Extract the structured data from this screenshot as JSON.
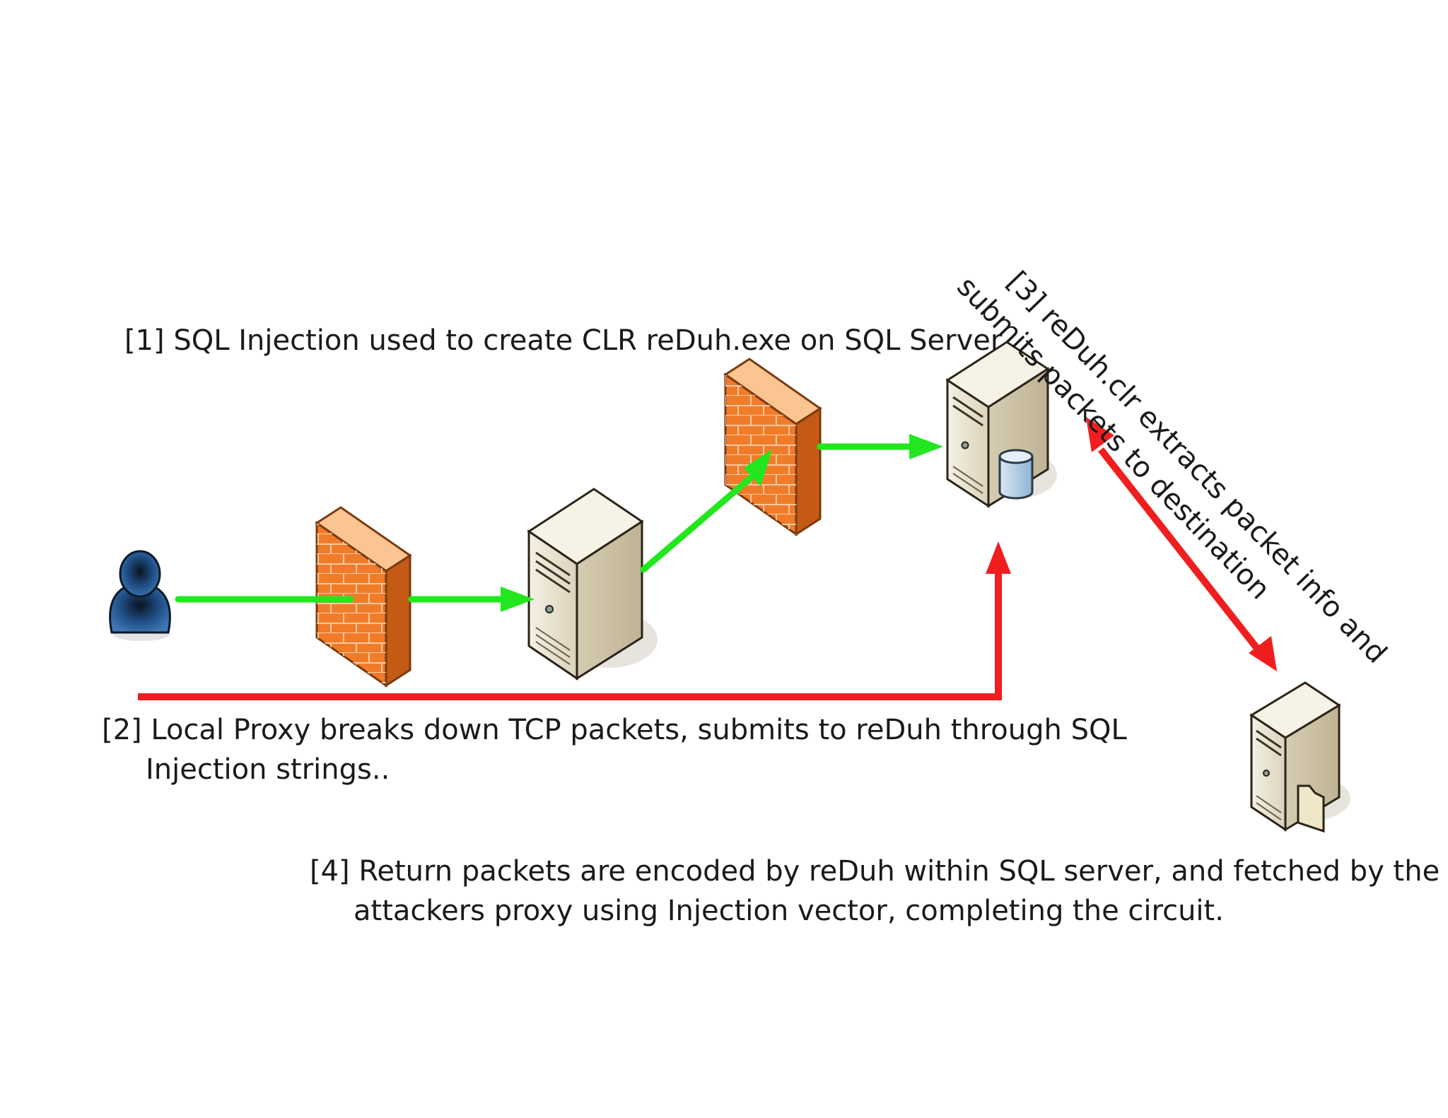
{
  "captions": {
    "step1": "[1] SQL Injection used to create CLR reDuh.exe on SQL Server",
    "step2_line1": "[2] Local Proxy breaks down TCP packets, submits to reDuh through SQL",
    "step2_line2": "Injection strings..",
    "step3_line1": "[3] reDuh.clr extracts packet info and",
    "step3_line2": "submits packets to destination",
    "step4_line1": "[4] Return packets are encoded by reDuh within SQL server, and fetched by the",
    "step4_line2": "attackers proxy using Injection vector, completing the circuit."
  },
  "nodes": [
    {
      "id": "attacker",
      "icon": "user-icon"
    },
    {
      "id": "firewall-1",
      "icon": "firewall-icon"
    },
    {
      "id": "web-server",
      "icon": "server-icon"
    },
    {
      "id": "firewall-2",
      "icon": "firewall-icon"
    },
    {
      "id": "sql-server",
      "icon": "database-server-icon"
    },
    {
      "id": "destination-server",
      "icon": "file-server-icon"
    }
  ],
  "colors": {
    "request_arrow": "#22e61e",
    "return_arrow": "#f01e1e",
    "firewall": "#f07c2a",
    "server": "#e2dac4",
    "attacker": "#1c4a80",
    "caption_text": "#1a1a1a"
  }
}
